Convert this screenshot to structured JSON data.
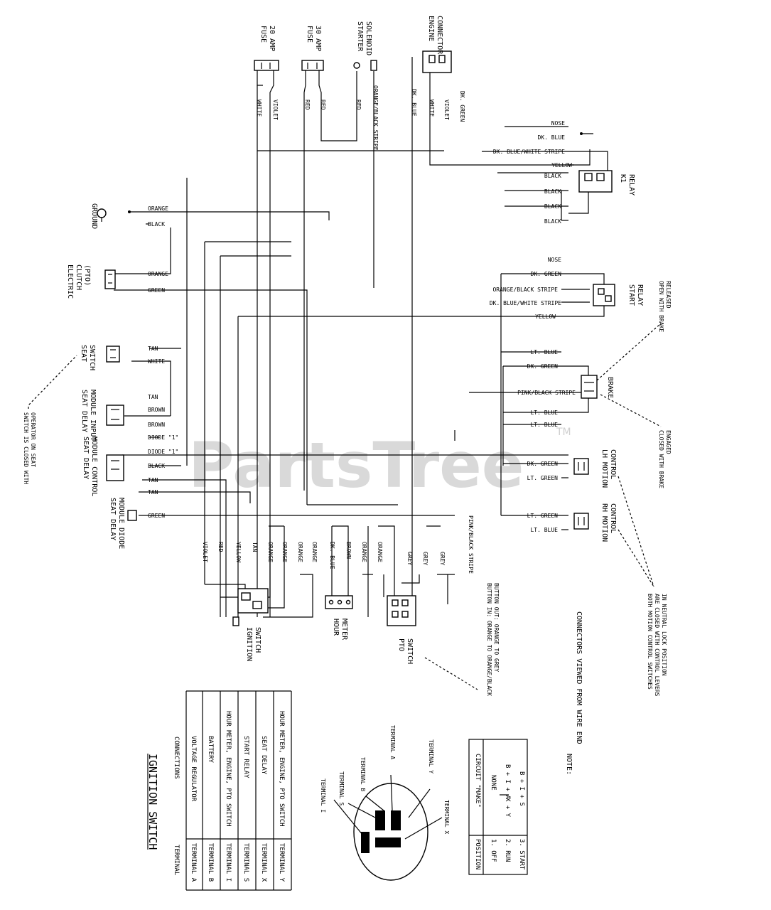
{
  "watermark": {
    "text": "PartsTree",
    "trademark": "TM"
  },
  "components": {
    "fuse_20": [
      "FUSE",
      "20 AMP"
    ],
    "fuse_30": [
      "FUSE",
      "30 AMP"
    ],
    "starter": [
      "STARTER",
      "SOLENOID"
    ],
    "engine": [
      "ENGINE",
      "CONNECTOR"
    ],
    "k1": [
      "K1",
      "RELAY"
    ],
    "start_relay": [
      "START",
      "RELAY"
    ],
    "brake": "BRAKE",
    "lh_motion": [
      "LH MOTION",
      "CONTROL"
    ],
    "rh_motion": [
      "RH MOTION",
      "CONTROL"
    ],
    "pto_switch": [
      "PTO",
      "SWITCH"
    ],
    "hour_meter": [
      "HOUR",
      "METER"
    ],
    "ignition_switch": [
      "IGNITION",
      "SWITCH"
    ],
    "seat_delay_conn": [
      "SEAT DELAY",
      "MODULE DIODE"
    ],
    "seat_delay_ctrl": [
      "SEAT DELAY",
      "MODULE CONTROL"
    ],
    "seat_delay_input": [
      "SEAT DELAY",
      "MODULE INPUT"
    ],
    "seat_switch": [
      "SEAT",
      "SWITCH"
    ],
    "electric_clutch": [
      "ELECTRIC",
      "CLUTCH",
      "(PTO)"
    ],
    "ground": "GROUND"
  },
  "annotations": {
    "seat_note": [
      "SWITCH IS CLOSED WITH",
      "OPERATOR ON SEAT"
    ],
    "brake_open": [
      "OPEN WITH BRAKE",
      "RELEASED"
    ],
    "brake_closed": [
      "CLOSED WITH BRAKE",
      "ENGAGED"
    ],
    "motion_note": [
      "BOTH MOTION CONTROL SWITCHES",
      "ARE CLOSED WITH CONTROL LEVERS",
      "IN NEUTRAL LOCK POSITION"
    ],
    "pto_note": [
      "BUTTON IN: ORANGE TO ORANGE/BLACK",
      "BUTTON OUT: ORANGE TO GREY"
    ],
    "note_title": "NOTE:",
    "note_text": "CONNECTORS VIEWED FROM WIRE END"
  },
  "wire_labels": {
    "top": [
      "WHITE",
      "VIOLET",
      "RED",
      "RED",
      "RED",
      "ORANGE/BLACK STRIPE",
      "DK. BLUE",
      "WHITE",
      "VIOLET",
      "DK. GREEN"
    ],
    "k1": [
      "NOSE",
      "DK. BLUE",
      "DK. BLUE/WHITE STRIPE",
      "YELLOW",
      "BLACK",
      "BLACK",
      "BLACK",
      "BLACK"
    ],
    "start_relay": [
      "NOSE",
      "DK. GREEN",
      "ORANGE/BLACK STRIPE",
      "DK. BLUE/WHITE STRIPE",
      "YELLOW"
    ],
    "brake": [
      "LT. BLUE",
      "DK. GREEN",
      "PINK/BLACK STRIPE",
      "LT. BLUE",
      "LT. BLUE"
    ],
    "lh": [
      "DK. GREEN",
      "LT. GREEN"
    ],
    "rh": [
      "LT. GREEN",
      "LT. BLUE"
    ],
    "left": [
      "ORANGE",
      "BLACK",
      "ORANGE",
      "GREEN",
      "TAN",
      "WHITE",
      "TAN",
      "BROWN",
      "BROWN",
      "DIODE \"1\"",
      "DIODE \"1\"",
      "BLACK",
      "TAN",
      "TAN",
      "GREEN"
    ],
    "bottom": [
      "VIOLET",
      "RED",
      "YELLOW",
      "TAN",
      "ORANGE",
      "ORANGE",
      "ORANGE",
      "ORANGE",
      "DK. BLUE",
      "BROWN",
      "ORANGE",
      "ORANGE",
      "GREY",
      "GREY",
      "GREY"
    ],
    "pink_stripe": "PINK/BLACK STRIPE"
  },
  "ignition_terminal_labels": [
    "TERMINAL I",
    "TERMINAL S",
    "TERMINAL B",
    "TERMINAL A",
    "TERMINAL Y",
    "TERMINAL X"
  ],
  "ignition_table": {
    "title": "IGNITION SWITCH",
    "headers": [
      "TERMINAL",
      "CONNECTIONS"
    ],
    "rows": [
      [
        "TERMINAL A",
        "VOLTAGE REGULATOR"
      ],
      [
        "TERMINAL B",
        "BATTERY"
      ],
      [
        "TERMINAL I",
        "HOUR METER, ENGINE, PTO SWITCH"
      ],
      [
        "TERMINAL S",
        "START RELAY"
      ],
      [
        "TERMINAL X",
        "SEAT DELAY"
      ],
      [
        "TERMINAL Y",
        "HOUR METER, ENGINE, PTO SWITCH"
      ]
    ]
  },
  "circuit_table": {
    "headers": [
      "POSITION",
      "CIRCUIT \"MAKE\""
    ],
    "rows": [
      [
        "1. OFF",
        "NONE"
      ],
      [
        "2. RUN",
        "B + I + A",
        "X + Y"
      ],
      [
        "3. START",
        "B + I + S"
      ]
    ]
  }
}
